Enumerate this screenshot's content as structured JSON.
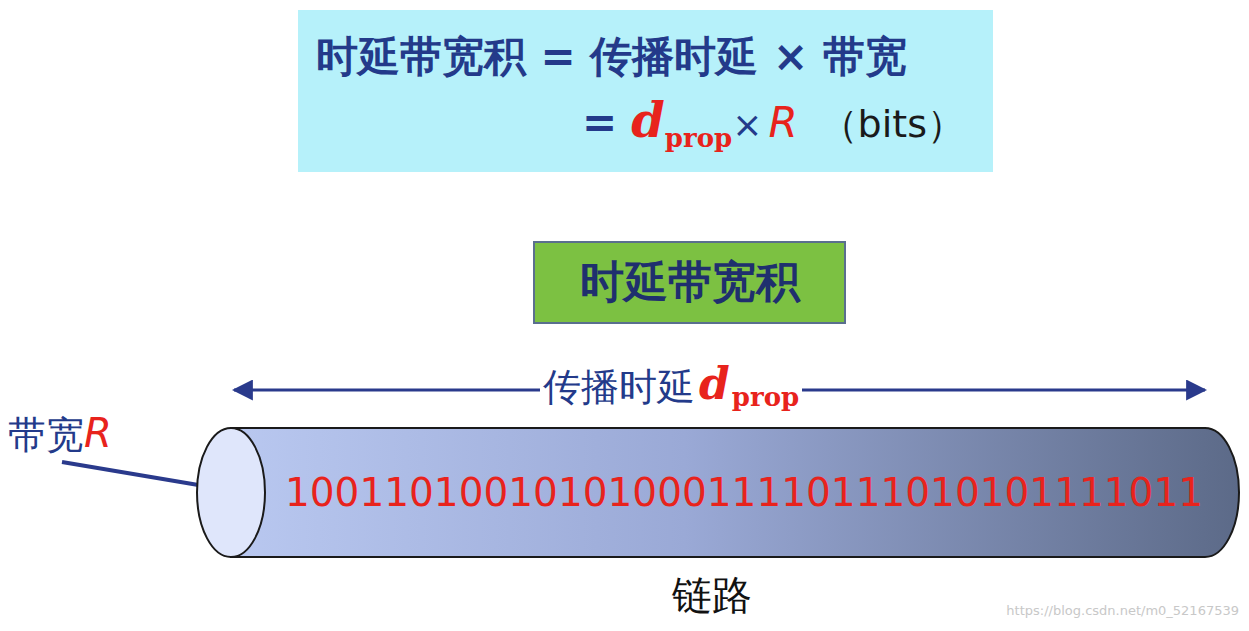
{
  "diagram": {
    "nodes": [
      {
        "text": [
          "时延带宽积 = 传播时延 × 带宽",
          "=",
          "d",
          "prop",
          "×",
          "R",
          "（bits）"
        ]
      },
      {
        "text": [
          "时延带宽积"
        ]
      },
      {
        "text": [
          "1001101001010100011110111010101111011"
        ]
      }
    ],
    "labels": [
      "传播时延",
      "d",
      "prop",
      "带宽",
      "R",
      "链路",
      "https://blog.csdn.net/m0_52167539"
    ]
  }
}
